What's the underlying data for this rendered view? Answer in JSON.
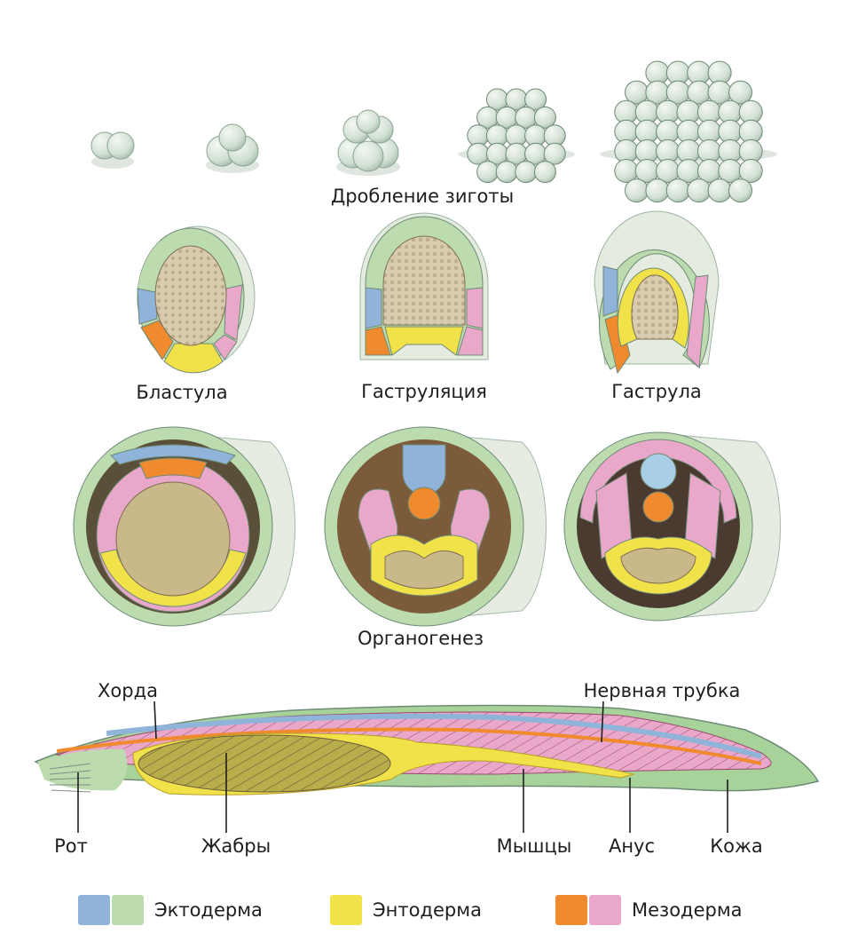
{
  "colors": {
    "ectoderm_blue": "#8fb3d9",
    "ectoderm_green": "#bcdcb0",
    "endoderm": "#f2e24a",
    "mesoderm_orange": "#f08a2e",
    "mesoderm_pink": "#e9a7c9",
    "yolk": "#c9b98a",
    "cell_base": "#d9e6dc"
  },
  "sections": {
    "cleavage": "Дробление зиготы",
    "blastula": "Бластула",
    "gastrulation": "Гаструляция",
    "gastrula": "Гаструла",
    "organogenesis": "Органогенез"
  },
  "body_labels": {
    "notochord": "Хорда",
    "neural_tube": "Нервная трубка",
    "mouth": "Рот",
    "gills": "Жабры",
    "muscles": "Мышцы",
    "anus": "Анус",
    "skin": "Кожа"
  },
  "legend": [
    {
      "label": "Эктодерма",
      "colors": [
        "#8fb3d9",
        "#bcdcb0"
      ]
    },
    {
      "label": "Энтодерма",
      "colors": [
        "#f2e24a"
      ]
    },
    {
      "label": "Мезодерма",
      "colors": [
        "#f08a2e",
        "#e9a7c9"
      ]
    }
  ]
}
